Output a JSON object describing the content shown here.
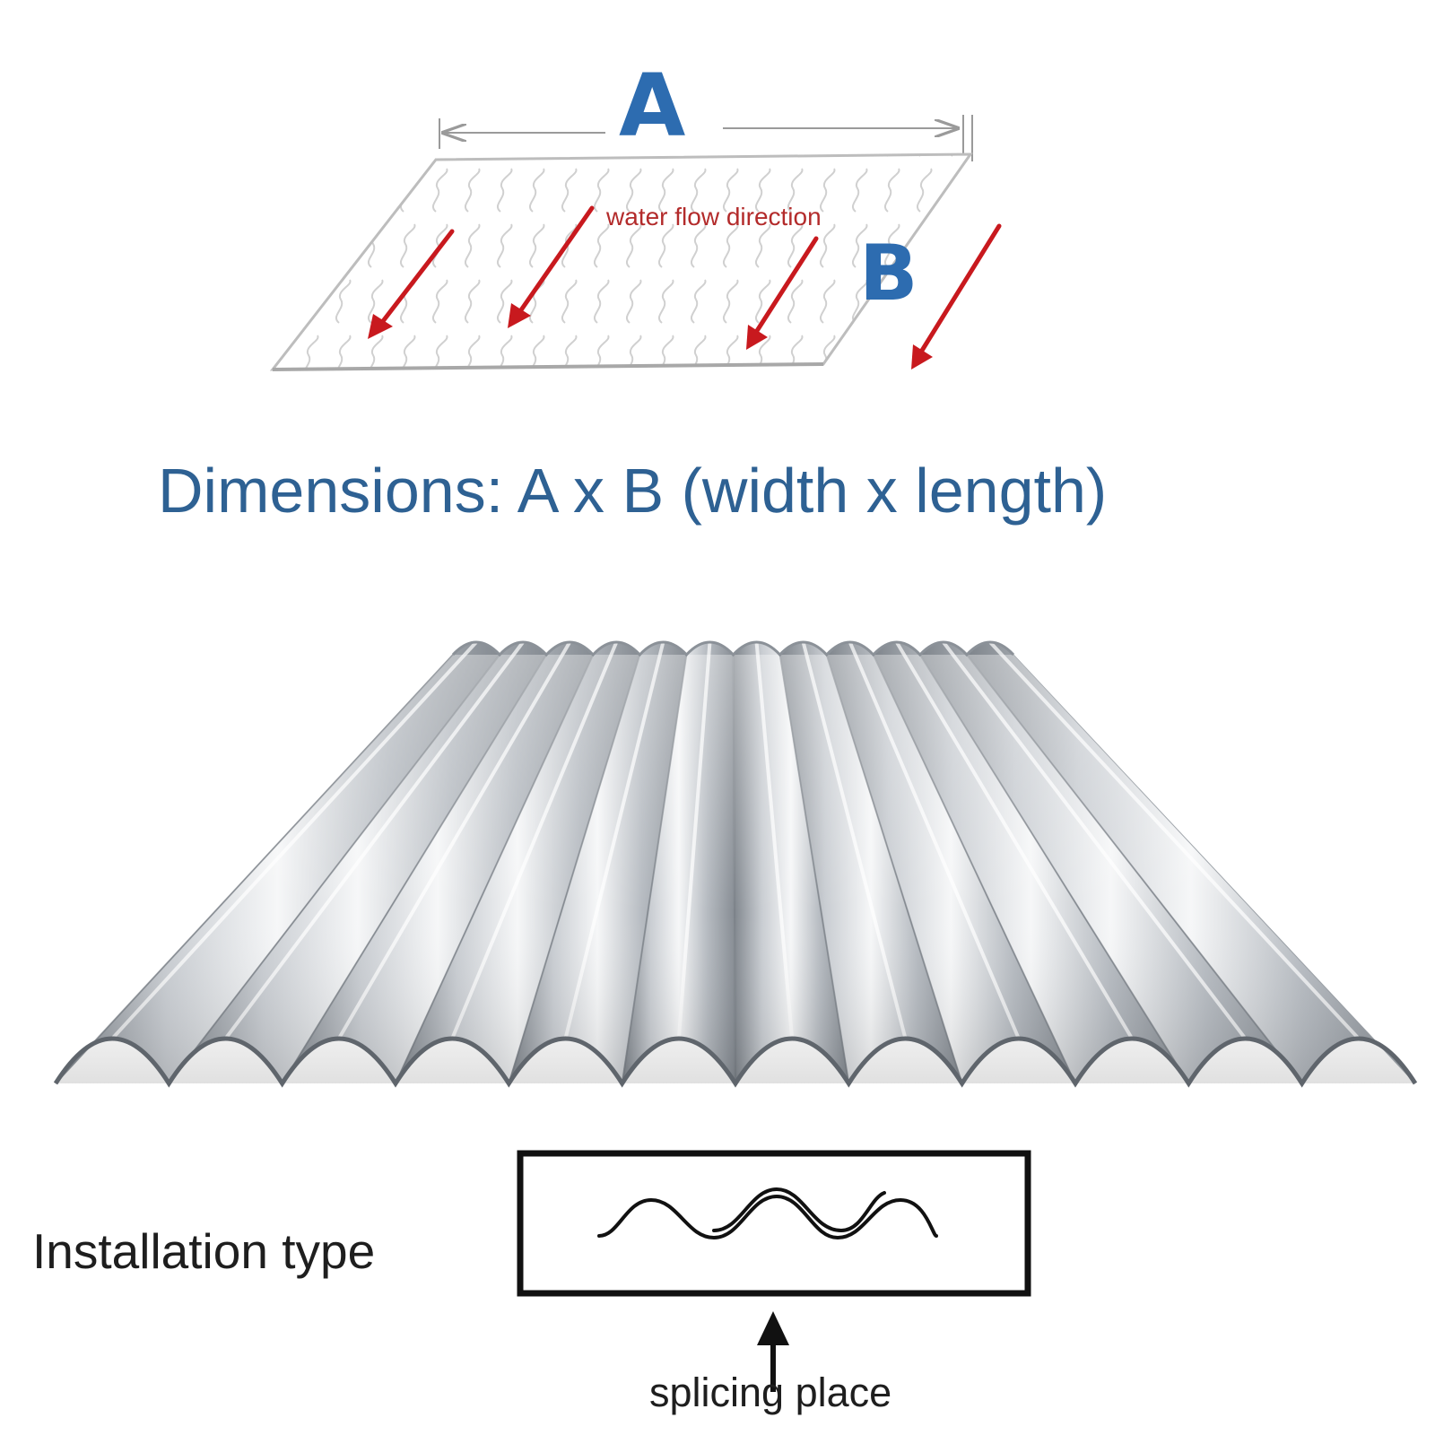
{
  "diagram": {
    "label_a": "A",
    "label_b": "B",
    "water_flow_label": "water flow direction",
    "dimensions_caption": "Dimensions: A x B (width x length)",
    "installation_label": "Installation type",
    "splicing_label": "splicing place"
  },
  "colors": {
    "dimension_letters": "#2d6cb0",
    "caption": "#2e6193",
    "flow_arrows": "#c8191e",
    "flow_text": "#b32b2b",
    "sheet_metal": "#b9bec4",
    "text_dark": "#1e1e1e"
  },
  "icons": [
    "dimension-arrow-icon",
    "flow-arrow-icon",
    "up-arrow-icon",
    "wave-profile-icon"
  ]
}
